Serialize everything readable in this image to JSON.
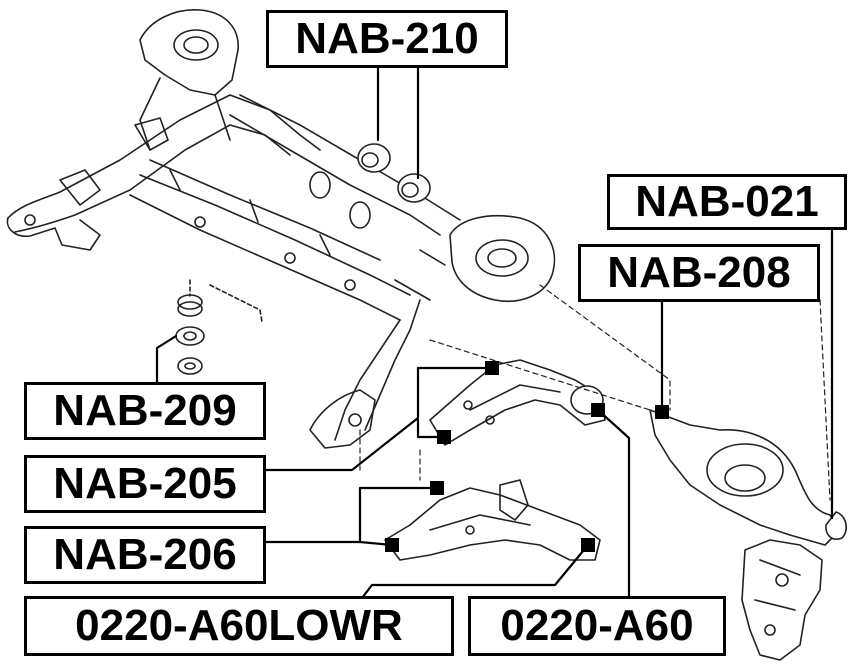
{
  "labels": {
    "nab_210": "NAB-210",
    "nab_021": "NAB-021",
    "nab_208": "NAB-208",
    "nab_209": "NAB-209",
    "nab_205": "NAB-205",
    "nab_206": "NAB-206",
    "part_0220_a60lowr": "0220-A60LOWR",
    "part_0220_a60": "0220-A60"
  },
  "colors": {
    "ink": "#000000",
    "sketch": "#222222",
    "paper": "#ffffff"
  }
}
